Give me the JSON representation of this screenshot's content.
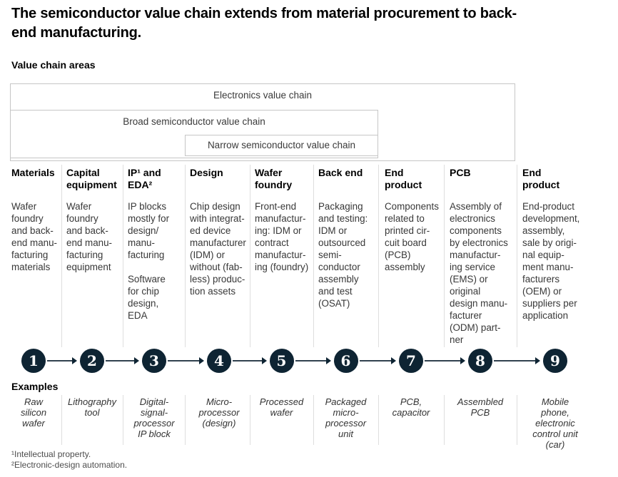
{
  "title": "The semiconductor value chain extends from material procurement to back-\nend manufacturing.",
  "section_label": "Value chain areas",
  "value_chain_areas": [
    {
      "label": "Electronics value chain"
    },
    {
      "label": "Broad semiconductor value chain"
    },
    {
      "label": "Narrow semiconductor value chain"
    }
  ],
  "examples_label": "Examples",
  "columns": [
    {
      "step": "1",
      "header": "Materials",
      "description": "Wafer\nfoundry\nand back-\nend manu-\nfacturing\nmaterials",
      "example": "Raw\nsilicon\nwafer"
    },
    {
      "step": "2",
      "header": "Capital\nequipment",
      "description": "Wafer\nfoundry\nand back-\nend manu-\nfacturing\nequipment",
      "example": "Lithography\ntool"
    },
    {
      "step": "3",
      "header": "IP¹ and\nEDA²",
      "description": "IP blocks\nmostly for\ndesign/\nmanu-\nfacturing\n\nSoftware\nfor chip\ndesign,\nEDA",
      "example": "Digital-\nsignal-\nprocessor\nIP block"
    },
    {
      "step": "4",
      "header": "Design",
      "description": "Chip design\nwith integrat-\ned device\nmanufacturer\n(IDM) or\nwithout (fab-\nless) produc-\ntion assets",
      "example": "Micro-\nprocessor\n(design)"
    },
    {
      "step": "5",
      "header": "Wafer\nfoundry",
      "description": "Front-end\nmanufactur-\ning: IDM or\ncontract\nmanufactur-\ning (foundry)",
      "example": "Processed\nwafer"
    },
    {
      "step": "6",
      "header": "Back end",
      "description": "Packaging\nand testing:\nIDM or\noutsourced\nsemi-\nconductor\nassembly\nand test\n(OSAT)",
      "example": "Packaged\nmicro-\nprocessor\nunit"
    },
    {
      "step": "7",
      "header": "End\nproduct",
      "description": "Components\nrelated to\nprinted cir-\ncuit board\n(PCB)\nassembly",
      "example": "PCB,\ncapacitor"
    },
    {
      "step": "8",
      "header": "PCB",
      "description": "Assembly of\nelectronics\ncomponents\nby electronics\nmanufactur-\ning service\n(EMS) or\noriginal\ndesign manu-\nfacturer\n(ODM) part-\nner",
      "example": "Assembled\nPCB"
    },
    {
      "step": "9",
      "header": "End\nproduct",
      "description": "End-product\ndevelopment,\nassembly,\nsale by origi-\nnal equip-\nment manu-\nfacturers\n(OEM) or\nsuppliers per\napplication",
      "example": "Mobile\nphone,\nelectronic\ncontrol unit\n(car)"
    }
  ],
  "footnotes": [
    "¹Intellectual property.",
    "²Electronic-design automation."
  ],
  "colors": {
    "accent_navy": "#0e2433",
    "arrow_line": "#31414e",
    "box_border": "#c6c6c6",
    "divider": "#dedede",
    "heading_text": "#000000",
    "body_text": "#383838"
  }
}
